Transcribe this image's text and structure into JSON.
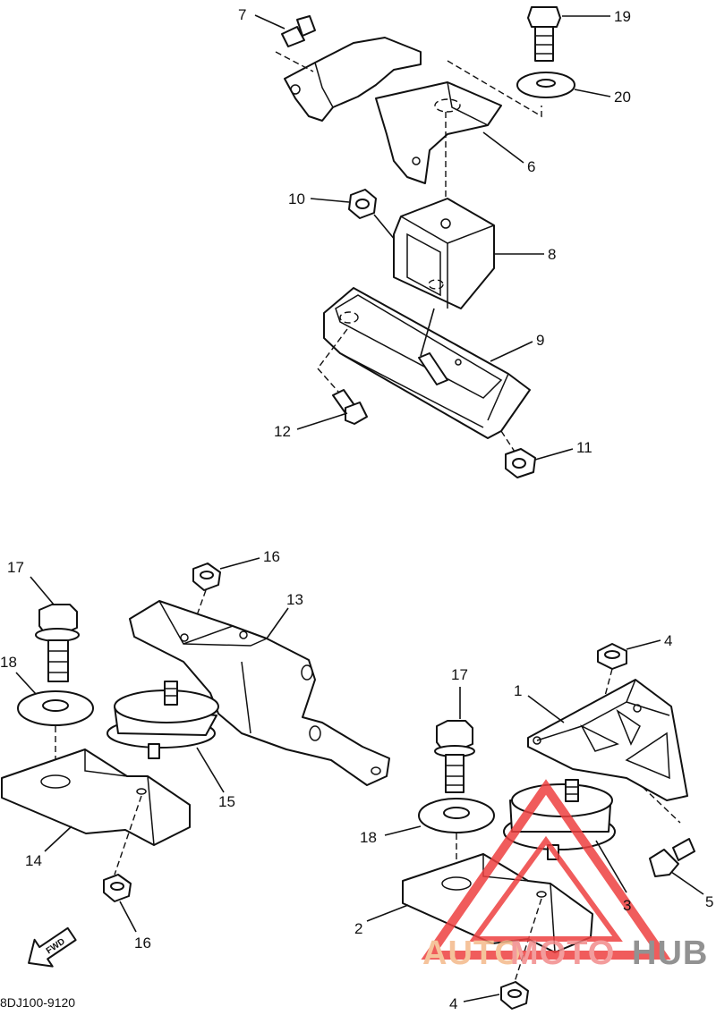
{
  "diagram": {
    "callouts": [
      {
        "id": "c7",
        "label": "7"
      },
      {
        "id": "c19",
        "label": "19"
      },
      {
        "id": "c20",
        "label": "20"
      },
      {
        "id": "c6",
        "label": "6"
      },
      {
        "id": "c10",
        "label": "10"
      },
      {
        "id": "c8",
        "label": "8"
      },
      {
        "id": "c9",
        "label": "9"
      },
      {
        "id": "c12",
        "label": "12"
      },
      {
        "id": "c11",
        "label": "11"
      },
      {
        "id": "c17a",
        "label": "17"
      },
      {
        "id": "c16a",
        "label": "16"
      },
      {
        "id": "c13",
        "label": "13"
      },
      {
        "id": "c18a",
        "label": "18"
      },
      {
        "id": "c15",
        "label": "15"
      },
      {
        "id": "c14",
        "label": "14"
      },
      {
        "id": "c16b",
        "label": "16"
      },
      {
        "id": "c4a",
        "label": "4"
      },
      {
        "id": "c1",
        "label": "1"
      },
      {
        "id": "c17b",
        "label": "17"
      },
      {
        "id": "c18b",
        "label": "18"
      },
      {
        "id": "c3",
        "label": "3"
      },
      {
        "id": "c5",
        "label": "5"
      },
      {
        "id": "c2",
        "label": "2"
      },
      {
        "id": "c4b",
        "label": "4"
      }
    ],
    "direction_arrow": "FWD",
    "figure_code": "8DJ100-9120"
  },
  "watermark": {
    "word_1": "AUTO",
    "word_2": "MOTO",
    "word_3": "HUB",
    "colors": {
      "auto": "#f4b98a",
      "moto": "#f28b8b",
      "hub": "#7f7f7f",
      "triangle": "#ee4040"
    }
  }
}
